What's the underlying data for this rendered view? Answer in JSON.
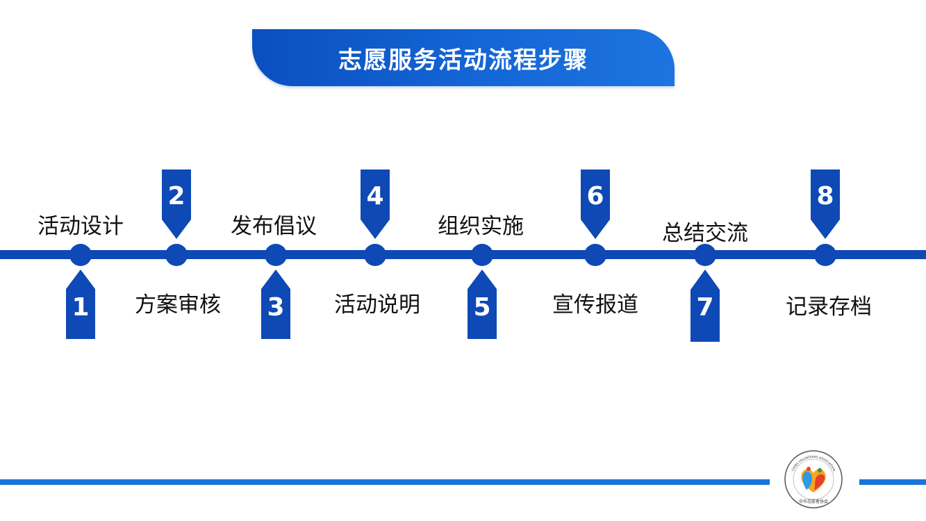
{
  "title": "志愿服务活动流程步骤",
  "steps": [
    {
      "number": "1",
      "label": "活动设计",
      "tab": "up",
      "label_pos": "top"
    },
    {
      "number": "2",
      "label": "方案审核",
      "tab": "down",
      "label_pos": "bottom"
    },
    {
      "number": "3",
      "label": "发布倡议",
      "tab": "up",
      "label_pos": "top"
    },
    {
      "number": "4",
      "label": "活动说明",
      "tab": "down",
      "label_pos": "bottom"
    },
    {
      "number": "5",
      "label": "组织实施",
      "tab": "up",
      "label_pos": "top"
    },
    {
      "number": "6",
      "label": "宣传报道",
      "tab": "down",
      "label_pos": "bottom"
    },
    {
      "number": "7",
      "label": "总结交流",
      "tab": "up",
      "label_pos": "top"
    },
    {
      "number": "8",
      "label": "记录存档",
      "tab": "down",
      "label_pos": "bottom"
    }
  ],
  "logo": {
    "ring_text": "CHINA VOLUNTEERS ASSOCIATION",
    "bottom_text": "中华志愿者协会"
  },
  "colors": {
    "primary": "#0e49b5",
    "banner_light": "#1d74e0",
    "footer": "#1a73d8"
  }
}
